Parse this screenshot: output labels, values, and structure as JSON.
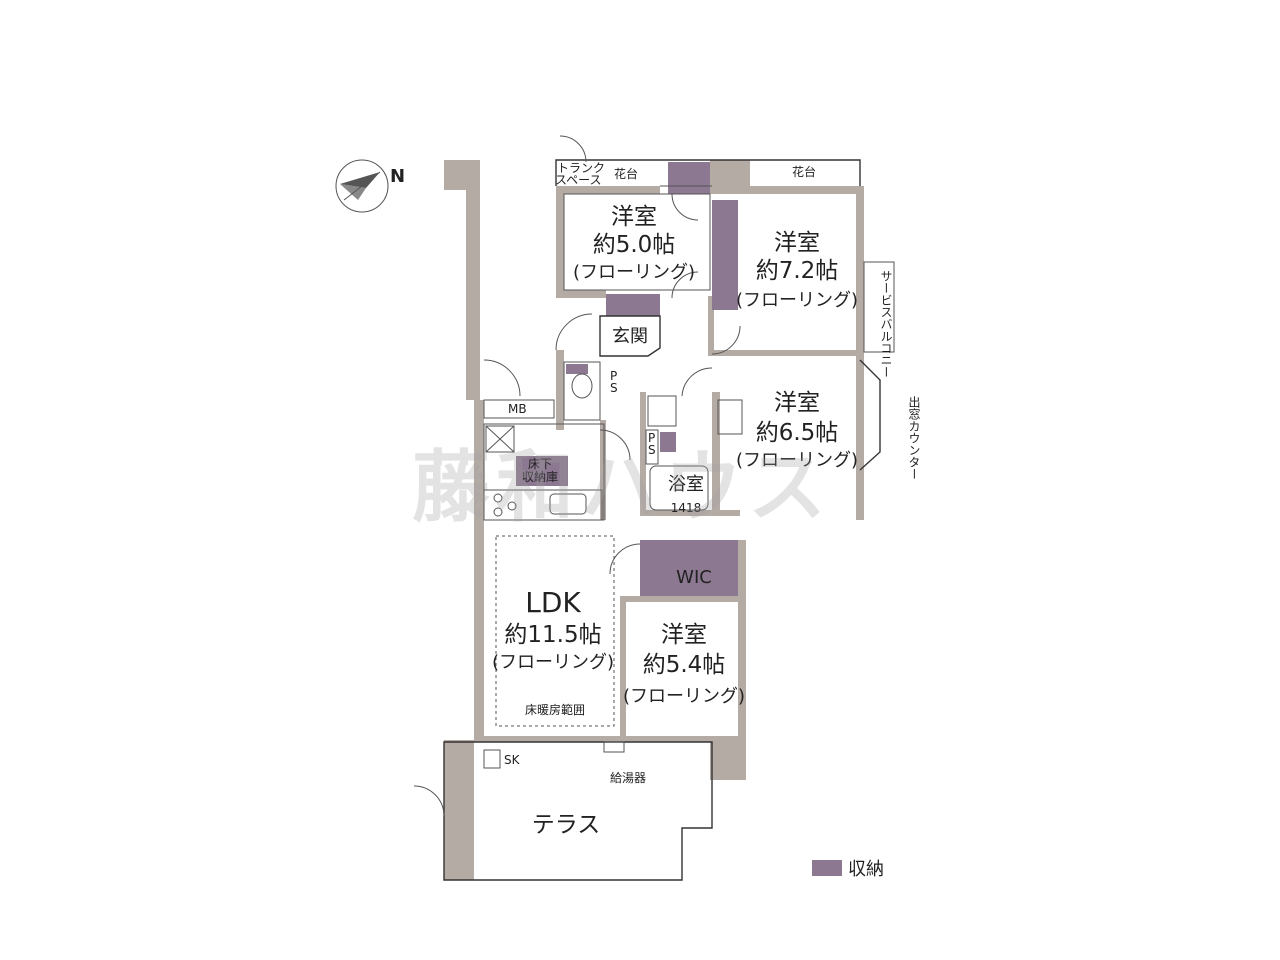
{
  "rooms": {
    "bed1": {
      "name": "洋室",
      "size": "約5.0帖",
      "floor": "(フローリング)"
    },
    "bed2": {
      "name": "洋室",
      "size": "約7.2帖",
      "floor": "(フローリング)"
    },
    "bed3": {
      "name": "洋室",
      "size": "約6.5帖",
      "floor": "(フローリング)"
    },
    "bed4": {
      "name": "洋室",
      "size": "約5.4帖",
      "floor": "(フローリング)"
    },
    "ldk": {
      "name": "LDK",
      "size": "約11.5帖",
      "floor": "(フローリング)",
      "heating": "床暖房範囲"
    },
    "bath": {
      "name": "浴室",
      "size": "1418"
    },
    "entrance": "玄関",
    "wic": "WIC",
    "terrace": "テラス"
  },
  "labels": {
    "trunk1": "トランク",
    "trunk2": "スペース",
    "flower1": "花台",
    "flower2": "花台",
    "service_balcony": "サービスバルコニー",
    "bay_counter": "出窓カウンター",
    "mb": "MB",
    "ps1_p": "P",
    "ps1_s": "S",
    "ps2_p": "P",
    "ps2_s": "S",
    "underfloor1": "床下",
    "underfloor2": "収納庫",
    "sk": "SK",
    "water_heater": "給湯器",
    "compass_north": "N"
  },
  "legend": {
    "label": "収納",
    "color": "#8c7891"
  },
  "watermark": "藤和ハウス",
  "colors": {
    "wall": "#b5aba5",
    "storage": "#8c7891"
  }
}
